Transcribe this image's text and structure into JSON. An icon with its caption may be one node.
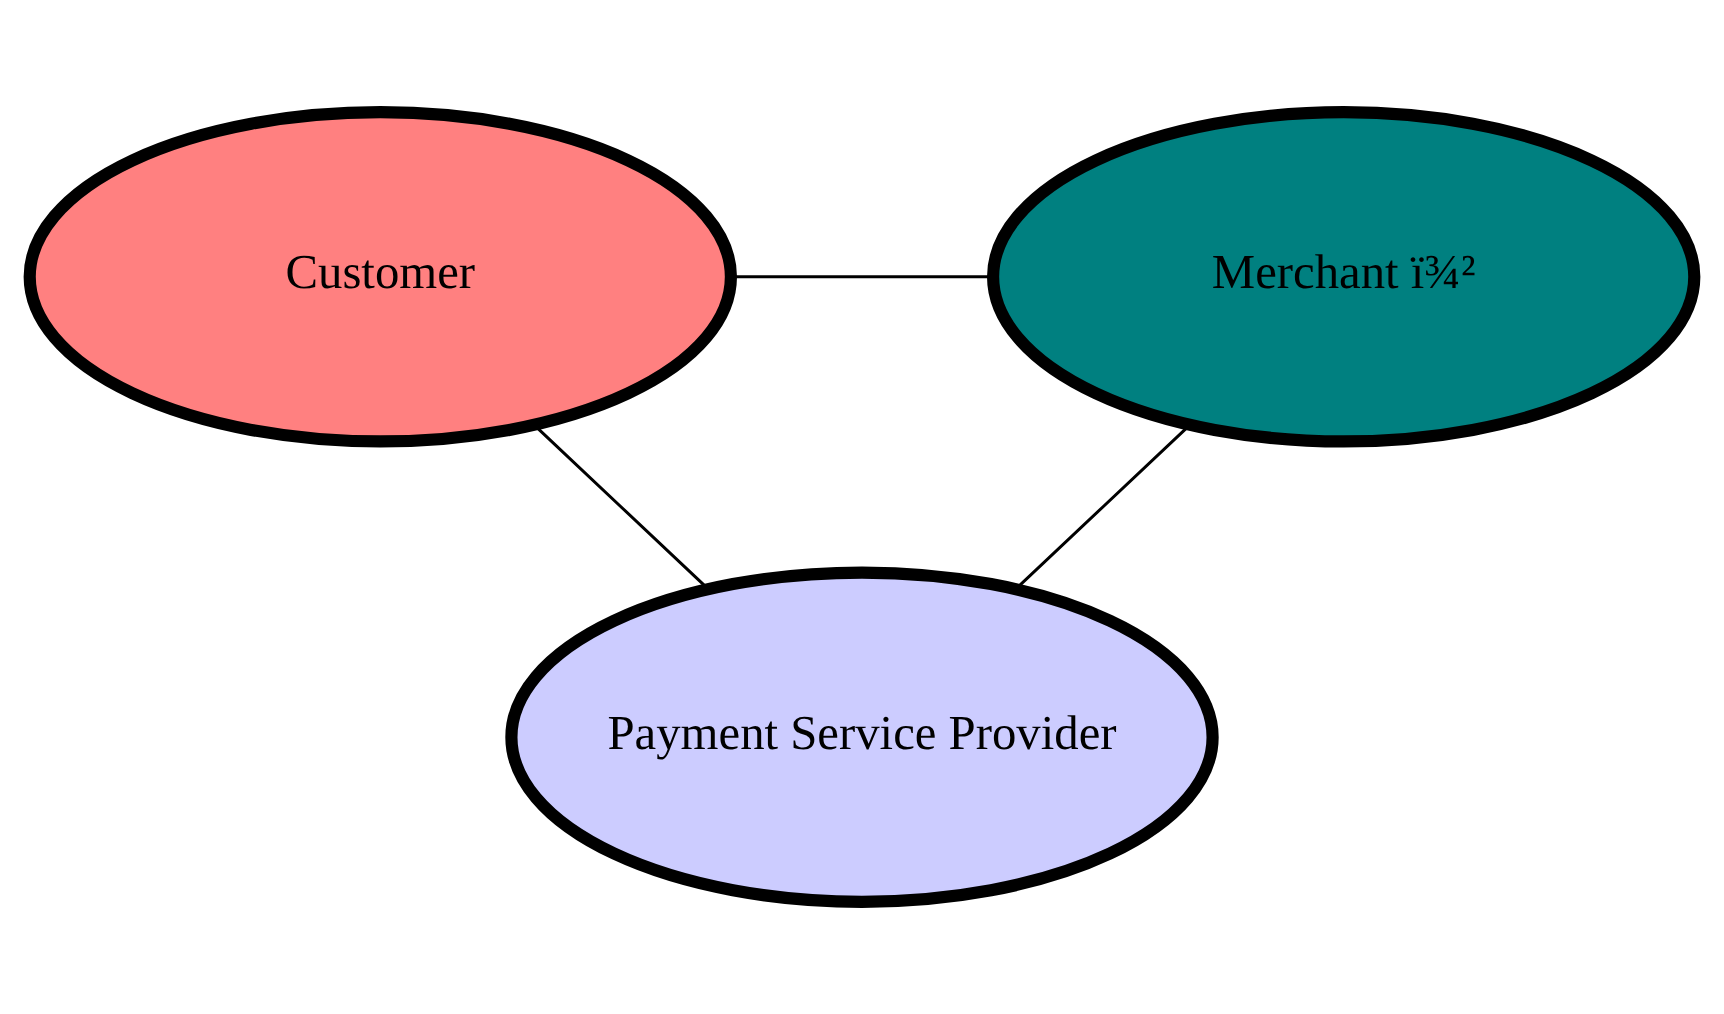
{
  "diagram": {
    "nodes": [
      {
        "text": [
          "Customer"
        ]
      },
      {
        "text": [
          "Merchant ï¾²"
        ]
      },
      {
        "text": [
          "Payment Service Provider"
        ]
      }
    ],
    "edges": [
      {
        "from": 0,
        "to": 1,
        "arrow": "none"
      },
      {
        "from": 0,
        "to": 2,
        "arrow": "none"
      },
      {
        "from": 1,
        "to": 2,
        "arrow": "none"
      }
    ]
  }
}
